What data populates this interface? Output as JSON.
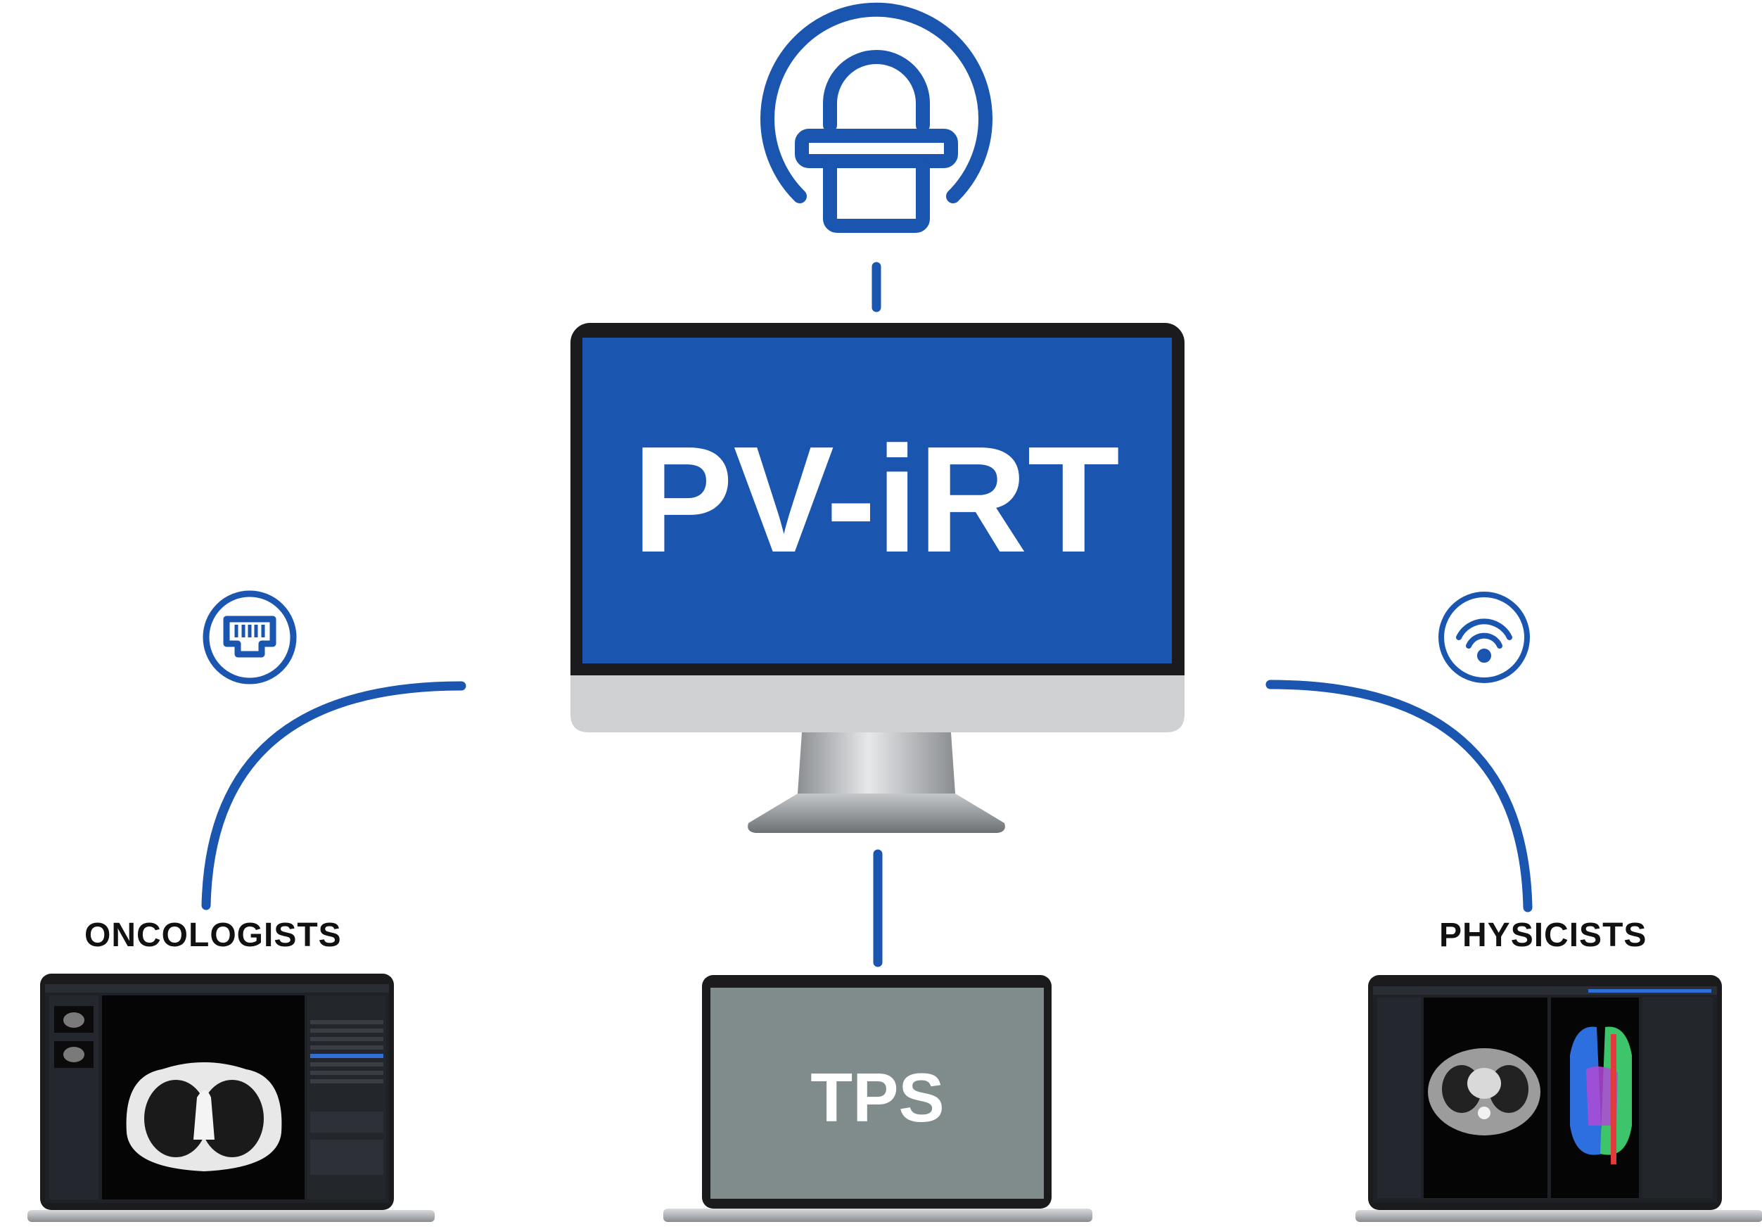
{
  "main_screen": {
    "title": "PV-iRT",
    "screen_color": "#1a55b0"
  },
  "tps": {
    "label": "TPS",
    "screen_color": "#808b8c"
  },
  "oncologists": {
    "label": "ONCOLOGISTS"
  },
  "physicists": {
    "label": "PHYSICISTS"
  },
  "colors": {
    "accent": "#1a55b0",
    "text": "#111111"
  },
  "icons": {
    "scanner": "ct-scanner-icon",
    "ethernet": "ethernet-port-icon",
    "wifi": "wifi-icon"
  }
}
